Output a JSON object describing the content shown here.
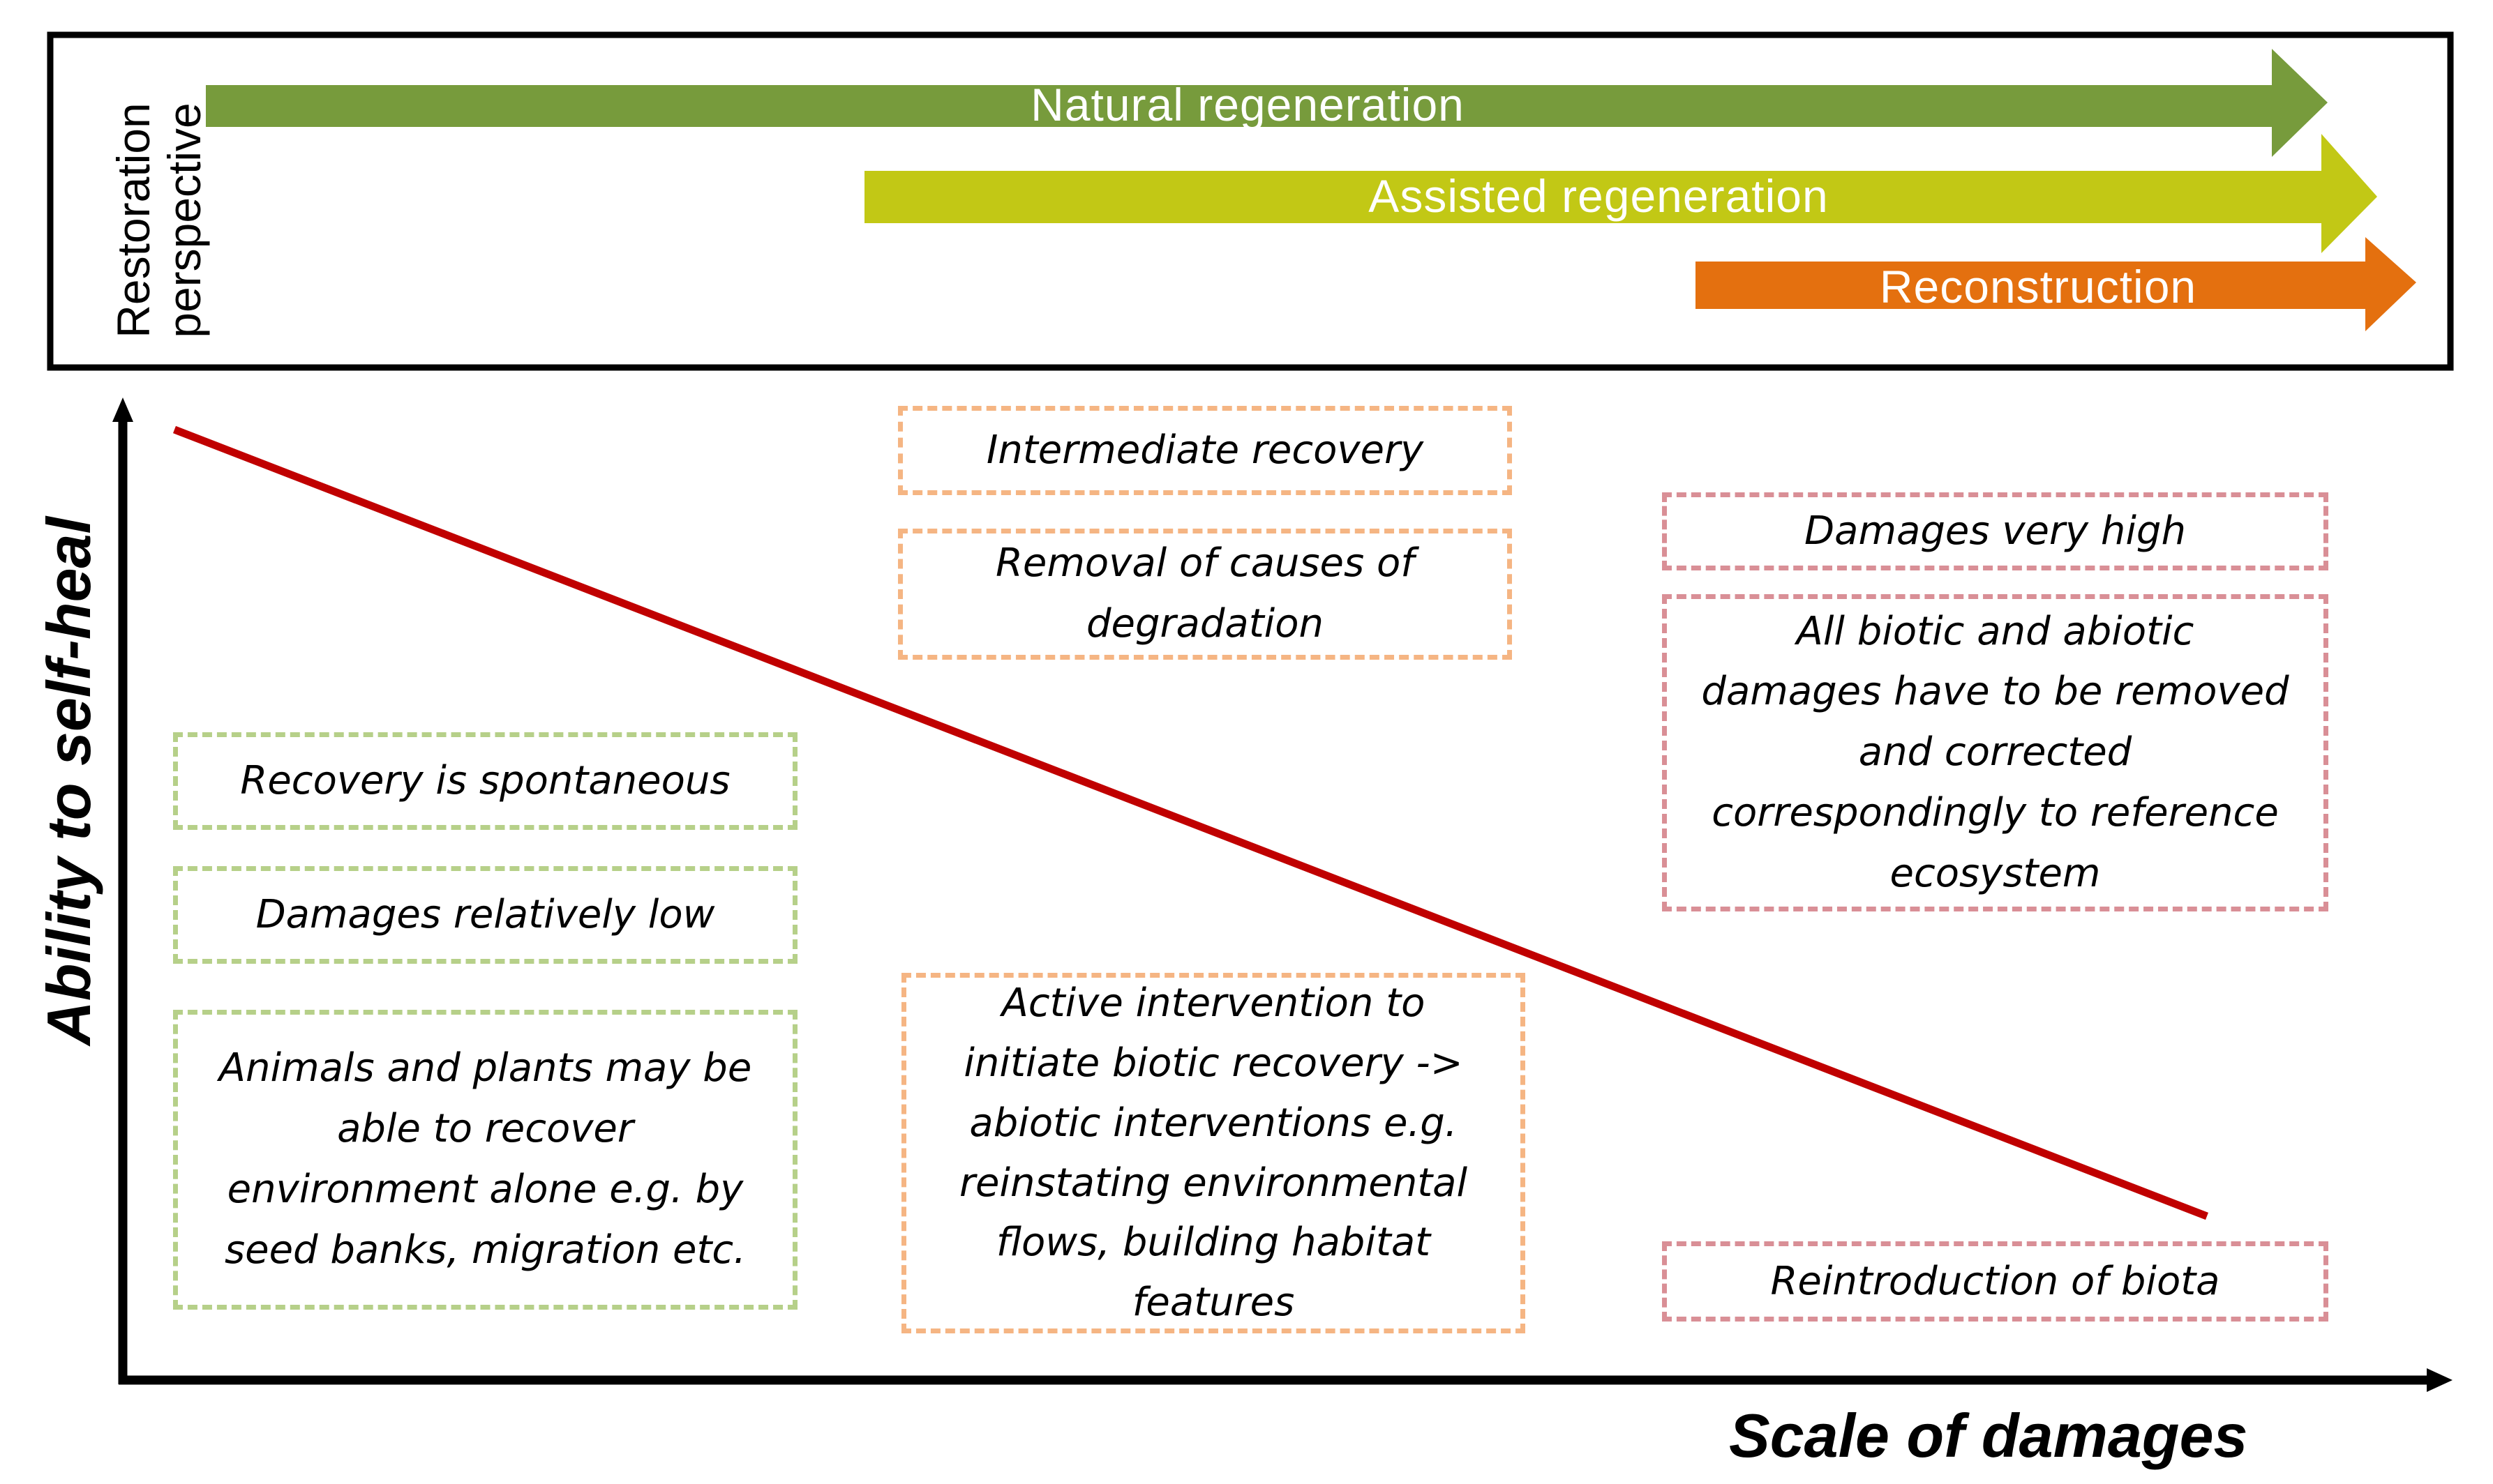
{
  "restoration_perspective": {
    "label": "Restoration perspective",
    "arrows": [
      {
        "label": "Natural regeneration",
        "color": "#779b3c"
      },
      {
        "label": "Assisted regeneration",
        "color": "#c2c815"
      },
      {
        "label": "Reconstruction",
        "color": "#e4700f"
      }
    ]
  },
  "axes": {
    "y_title": "Ability to self-heal",
    "x_title": "Scale of damages"
  },
  "trend_line": {
    "color": "#c00000"
  },
  "boxes": {
    "low": {
      "color": "#b6d089",
      "recovery": "Recovery is spontaneous",
      "damages": "Damages relatively low",
      "actions": [
        "Animals and plants may be",
        "able to recover",
        "environment alone e.g. by",
        "seed banks, migration etc."
      ]
    },
    "intermediate": {
      "color": "#f5b583",
      "recovery": "Intermediate recovery",
      "causes": [
        "Removal of causes of",
        "degradation"
      ],
      "actions": [
        "Active intervention to",
        "initiate biotic recovery ->",
        "abiotic interventions e.g.",
        "reinstating environmental",
        "flows, building habitat",
        "features"
      ]
    },
    "high": {
      "color": "#d98f96",
      "damages": "Damages very high",
      "actions": [
        "All biotic and abiotic",
        "damages have to be removed",
        "and corrected",
        "correspondingly to reference",
        "ecosystem"
      ],
      "reintroduction": "Reintroduction of biota"
    }
  }
}
